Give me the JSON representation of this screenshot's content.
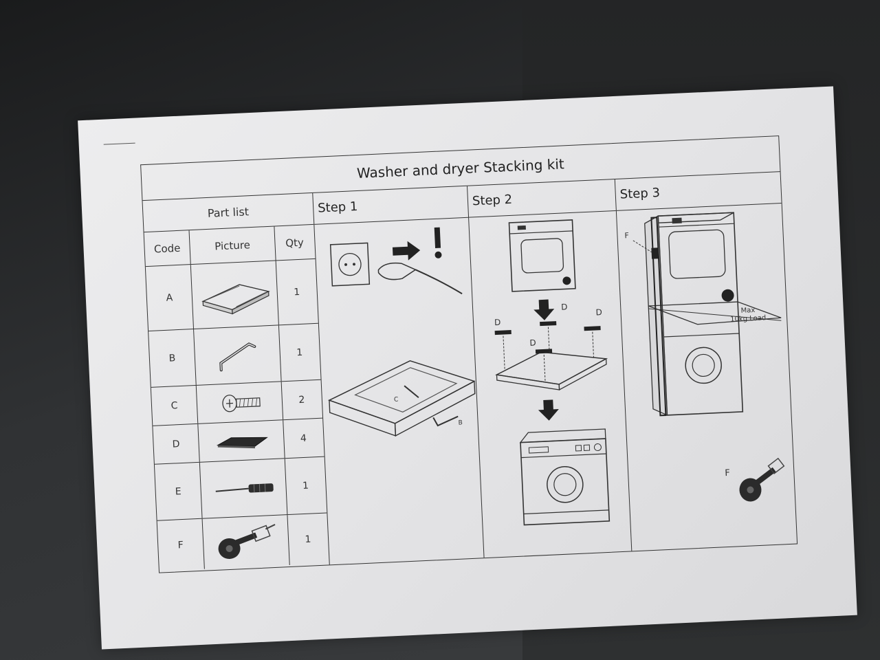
{
  "title": "Washer and dryer Stacking kit",
  "parts": {
    "heading": "Part list",
    "columns": {
      "code": "Code",
      "picture": "Picture",
      "qty": "Qty"
    },
    "rows": [
      {
        "code": "A",
        "qty": "1",
        "icon": "shelf-tray-icon"
      },
      {
        "code": "B",
        "qty": "1",
        "icon": "bracket-icon"
      },
      {
        "code": "C",
        "qty": "2",
        "icon": "screw-icon"
      },
      {
        "code": "D",
        "qty": "4",
        "icon": "rubber-pad-icon"
      },
      {
        "code": "E",
        "qty": "1",
        "icon": "screwdriver-icon"
      },
      {
        "code": "F",
        "qty": "1",
        "icon": "ratchet-strap-icon"
      }
    ]
  },
  "steps": [
    {
      "label": "Step 1",
      "icons": [
        "unplug-power-icon",
        "warning-exclamation-icon",
        "kit-assembly-icon"
      ],
      "labels": {
        "c": "C",
        "b": "B"
      }
    },
    {
      "label": "Step 2",
      "icons": [
        "dryer-icon",
        "arrow-down-icon",
        "pad-placement-icon",
        "washer-icon"
      ],
      "labels": {
        "d": "D"
      }
    },
    {
      "label": "Step 3",
      "icons": [
        "stacked-units-icon",
        "ratchet-strap-icon"
      ],
      "labels": {
        "f": "F",
        "max_line1": "Max",
        "max_line2": "10kg Load"
      }
    }
  ],
  "colors": {
    "paper": "#e6e6e8",
    "ink": "#222222",
    "backdrop": "#2b2d2e"
  }
}
